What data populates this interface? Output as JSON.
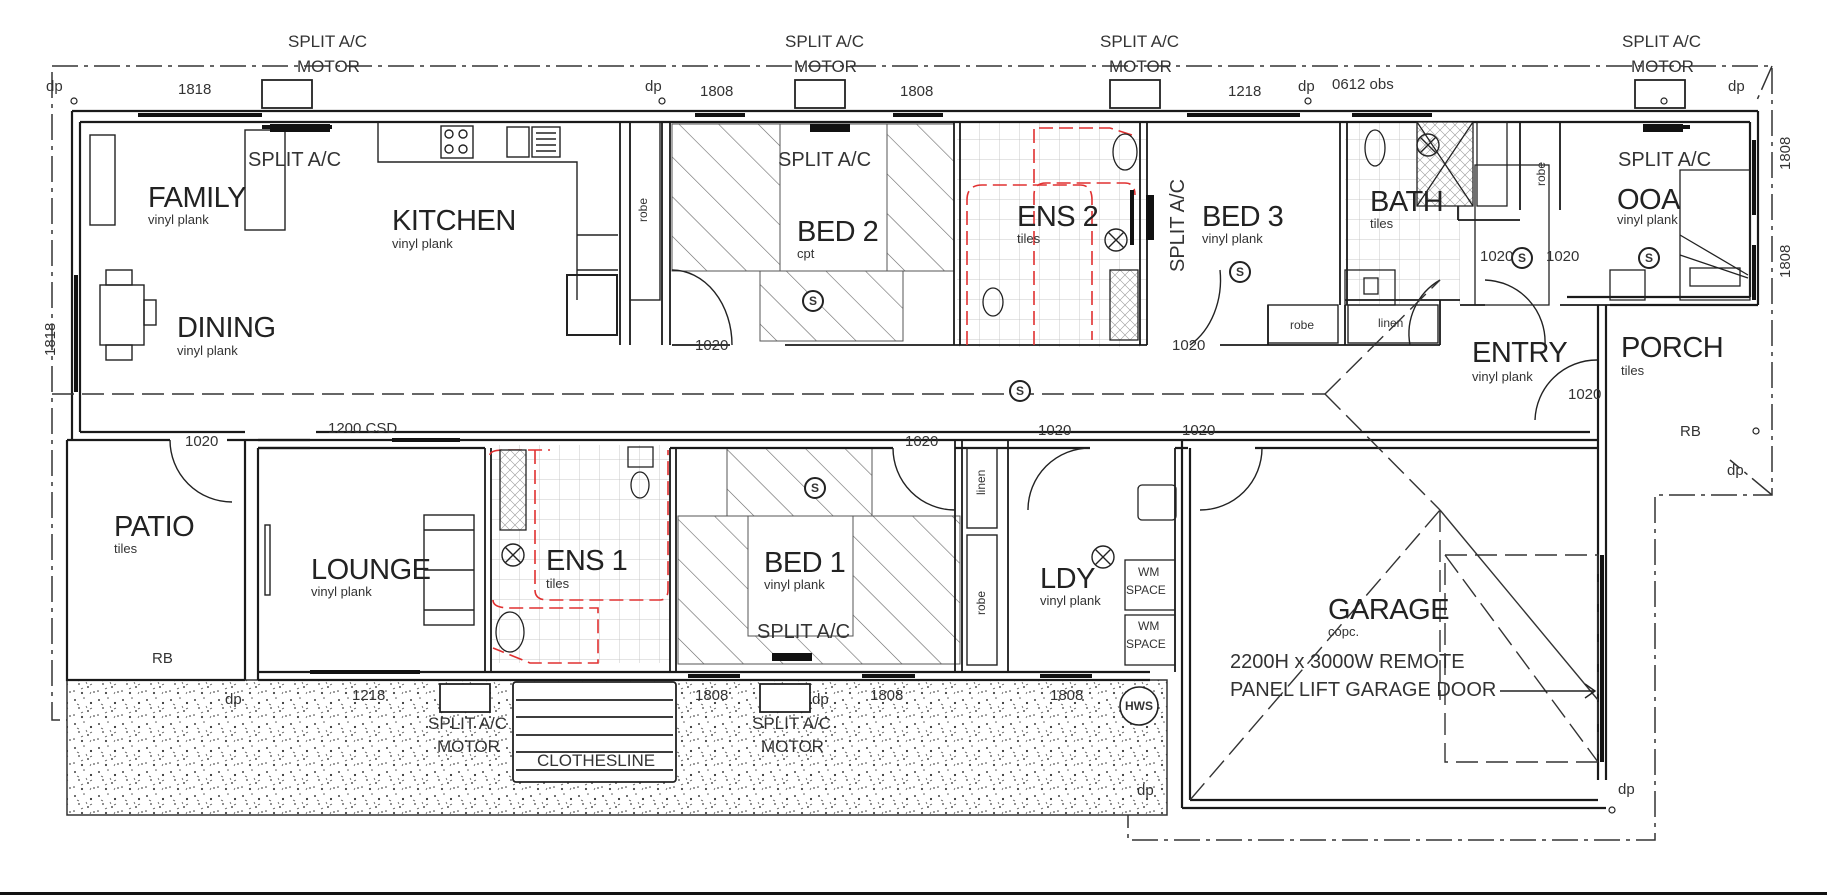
{
  "plan": {
    "rooms": [
      {
        "name": "FAMILY",
        "finish": "vinyl plank"
      },
      {
        "name": "KITCHEN",
        "finish": "vinyl plank"
      },
      {
        "name": "DINING",
        "finish": "vinyl plank"
      },
      {
        "name": "BED 2",
        "finish": "cpt"
      },
      {
        "name": "ENS 2",
        "finish": "tiles"
      },
      {
        "name": "BED 3",
        "finish": "vinyl plank"
      },
      {
        "name": "BATH",
        "finish": "tiles"
      },
      {
        "name": "OOA",
        "finish": "vinyl plank"
      },
      {
        "name": "ENTRY",
        "finish": "vinyl plank"
      },
      {
        "name": "PORCH",
        "finish": "tiles"
      },
      {
        "name": "PATIO",
        "finish": "tiles"
      },
      {
        "name": "LOUNGE",
        "finish": "vinyl plank"
      },
      {
        "name": "ENS 1",
        "finish": "tiles"
      },
      {
        "name": "BED 1",
        "finish": "vinyl plank"
      },
      {
        "name": "LDY",
        "finish": "vinyl plank"
      },
      {
        "name": "GARAGE",
        "finish": "copc."
      }
    ],
    "labels": {
      "split_ac": "SPLIT A/C",
      "split_ac_motor_line1": "SPLIT A/C",
      "split_ac_motor_line2": "MOTOR",
      "dp": "dp",
      "robe": "robe",
      "linen": "linen",
      "rb": "RB",
      "csd": "1200 CSD",
      "obs": "0612 obs",
      "wm_space_1": "WM",
      "wm_space_2": "SPACE",
      "hws": "HWS",
      "clothesline": "CLOTHESLINE",
      "smoke": "S",
      "garage_door_line1": "2200H x 3000W REMOTE",
      "garage_door_line2": "PANEL LIFT GARAGE DOOR"
    },
    "dimensions": {
      "w1818_top": "1818",
      "w1808_a": "1808",
      "w1808_b": "1808",
      "w1218_top": "1218",
      "w1818_left": "1818",
      "w1808_right_a": "1808",
      "w1808_right_b": "1808",
      "w1218_bottom": "1218",
      "w1808_bottom_a": "1808",
      "w1808_bottom_b": "1808",
      "w1808_bottom_c": "1808",
      "door": "1020"
    },
    "colors": {
      "wall": "#1a1a1a",
      "line": "#333333",
      "wet_area": "#e03030",
      "tile_grid": "#c8c8c8",
      "hatch": "#555555"
    }
  }
}
